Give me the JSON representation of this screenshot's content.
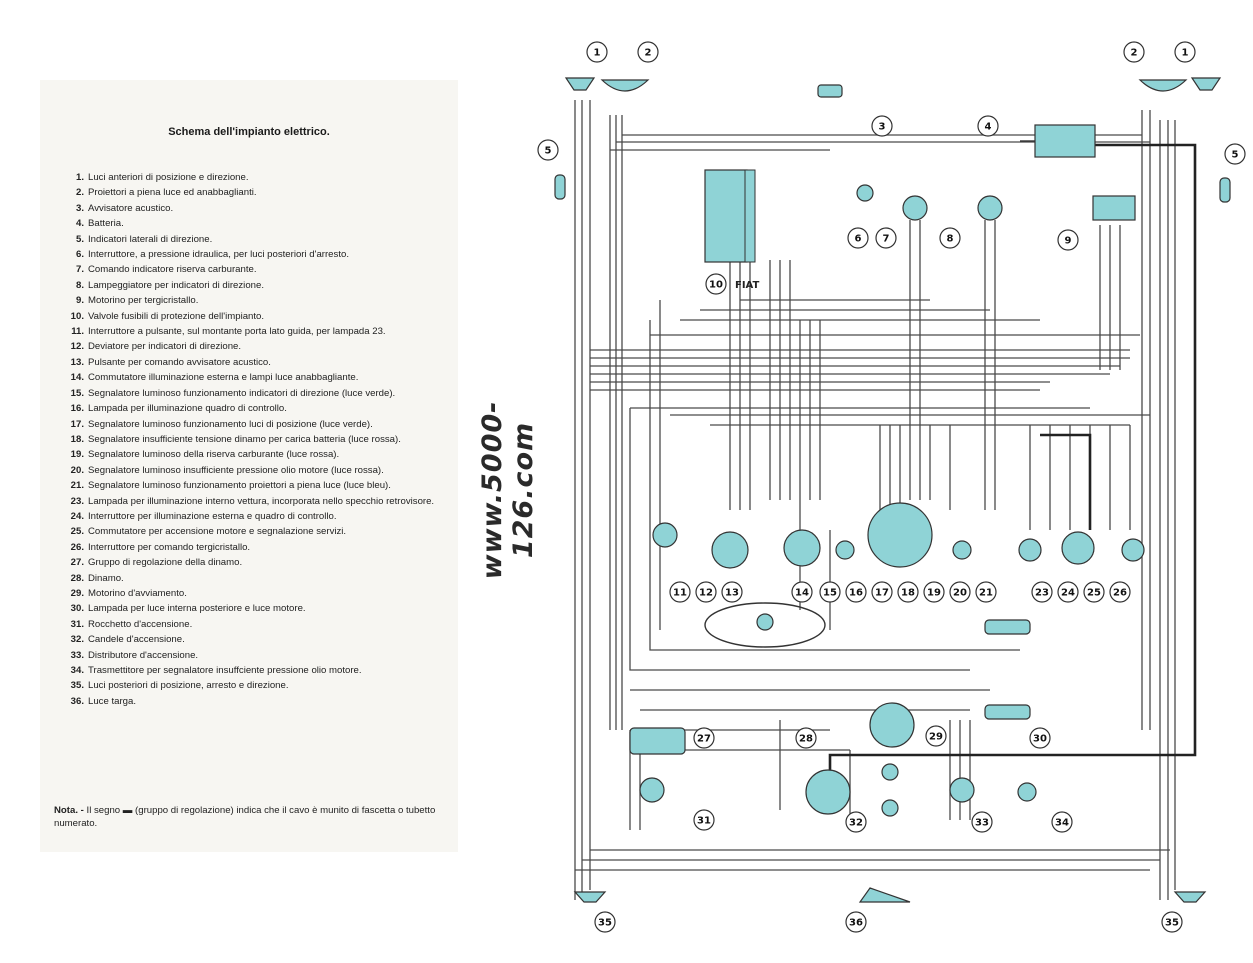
{
  "legend": {
    "title": "Schema dell'impianto elettrico.",
    "items": [
      {
        "num": "1.",
        "text": "Luci anteriori di posizione e direzione."
      },
      {
        "num": "2.",
        "text": "Proiettori a piena luce ed anabbaglianti."
      },
      {
        "num": "3.",
        "text": "Avvisatore acustico."
      },
      {
        "num": "4.",
        "text": "Batteria."
      },
      {
        "num": "5.",
        "text": "Indicatori laterali di direzione."
      },
      {
        "num": "6.",
        "text": "Interruttore, a pressione idraulica, per luci posteriori d'arresto."
      },
      {
        "num": "7.",
        "text": "Comando indicatore riserva carburante."
      },
      {
        "num": "8.",
        "text": "Lampeggiatore per indicatori di direzione."
      },
      {
        "num": "9.",
        "text": "Motorino per tergicristallo."
      },
      {
        "num": "10.",
        "text": "Valvole fusibili di protezione dell'impianto."
      },
      {
        "num": "11.",
        "text": "Interruttore a pulsante, sul montante porta lato guida, per lampada 23."
      },
      {
        "num": "12.",
        "text": "Deviatore per indicatori di direzione."
      },
      {
        "num": "13.",
        "text": "Pulsante per comando avvisatore acustico."
      },
      {
        "num": "14.",
        "text": "Commutatore illuminazione esterna e lampi luce anabbagliante."
      },
      {
        "num": "15.",
        "text": "Segnalatore luminoso funzionamento indicatori di direzione (luce verde)."
      },
      {
        "num": "16.",
        "text": "Lampada per illuminazione quadro di controllo."
      },
      {
        "num": "17.",
        "text": "Segnalatore luminoso funzionamento luci di posizione (luce verde)."
      },
      {
        "num": "18.",
        "text": "Segnalatore insufficiente tensione dinamo per carica batteria (luce rossa)."
      },
      {
        "num": "19.",
        "text": "Segnalatore luminoso della riserva carburante (luce rossa)."
      },
      {
        "num": "20.",
        "text": "Segnalatore luminoso insufficiente pressione olio motore (luce rossa)."
      },
      {
        "num": "21.",
        "text": "Segnalatore luminoso funzionamento proiettori a piena luce (luce bleu)."
      },
      {
        "num": "23.",
        "text": "Lampada per illuminazione interno vettura, incorporata nello specchio retrovisore."
      },
      {
        "num": "24.",
        "text": "Interruttore per illuminazione esterna e quadro di controllo."
      },
      {
        "num": "25.",
        "text": "Commutatore per accensione motore e segnalazione servizi."
      },
      {
        "num": "26.",
        "text": "Interruttore per comando tergicristallo."
      },
      {
        "num": "27.",
        "text": "Gruppo di regolazione della dinamo."
      },
      {
        "num": "28.",
        "text": "Dinamo."
      },
      {
        "num": "29.",
        "text": "Motorino d'avviamento."
      },
      {
        "num": "30.",
        "text": "Lampada per luce interna posteriore e luce motore."
      },
      {
        "num": "31.",
        "text": "Rocchetto d'accensione."
      },
      {
        "num": "32.",
        "text": "Candele d'accensione."
      },
      {
        "num": "33.",
        "text": "Distributore d'accensione."
      },
      {
        "num": "34.",
        "text": "Trasmettitore per segnalatore insuffciente pressione olio motore."
      },
      {
        "num": "35.",
        "text": "Luci posteriori di posizione, arresto e direzione."
      },
      {
        "num": "36.",
        "text": "Luce targa."
      }
    ],
    "nota_label": "Nota. -",
    "nota_text": "Il segno ▬ (gruppo di regolazione) indica che il cavo è munito di fascetta o tubetto numerato."
  },
  "watermark": "www.5000-126.com",
  "diagram": {
    "fuse_box_text": "FIAT",
    "component_numbers": [
      "1",
      "2",
      "2",
      "1",
      "3",
      "4",
      "5",
      "5",
      "6",
      "7",
      "8",
      "9",
      "10",
      "11",
      "12",
      "13",
      "14",
      "15",
      "16",
      "17",
      "18",
      "19",
      "20",
      "21",
      "23",
      "24",
      "25",
      "26",
      "27",
      "28",
      "29",
      "30",
      "31",
      "32",
      "33",
      "34",
      "35",
      "36",
      "35"
    ],
    "colors": {
      "component_fill": "#8fd3d6",
      "wire": "#4a4a4a",
      "battery_cable": "#222222"
    }
  }
}
